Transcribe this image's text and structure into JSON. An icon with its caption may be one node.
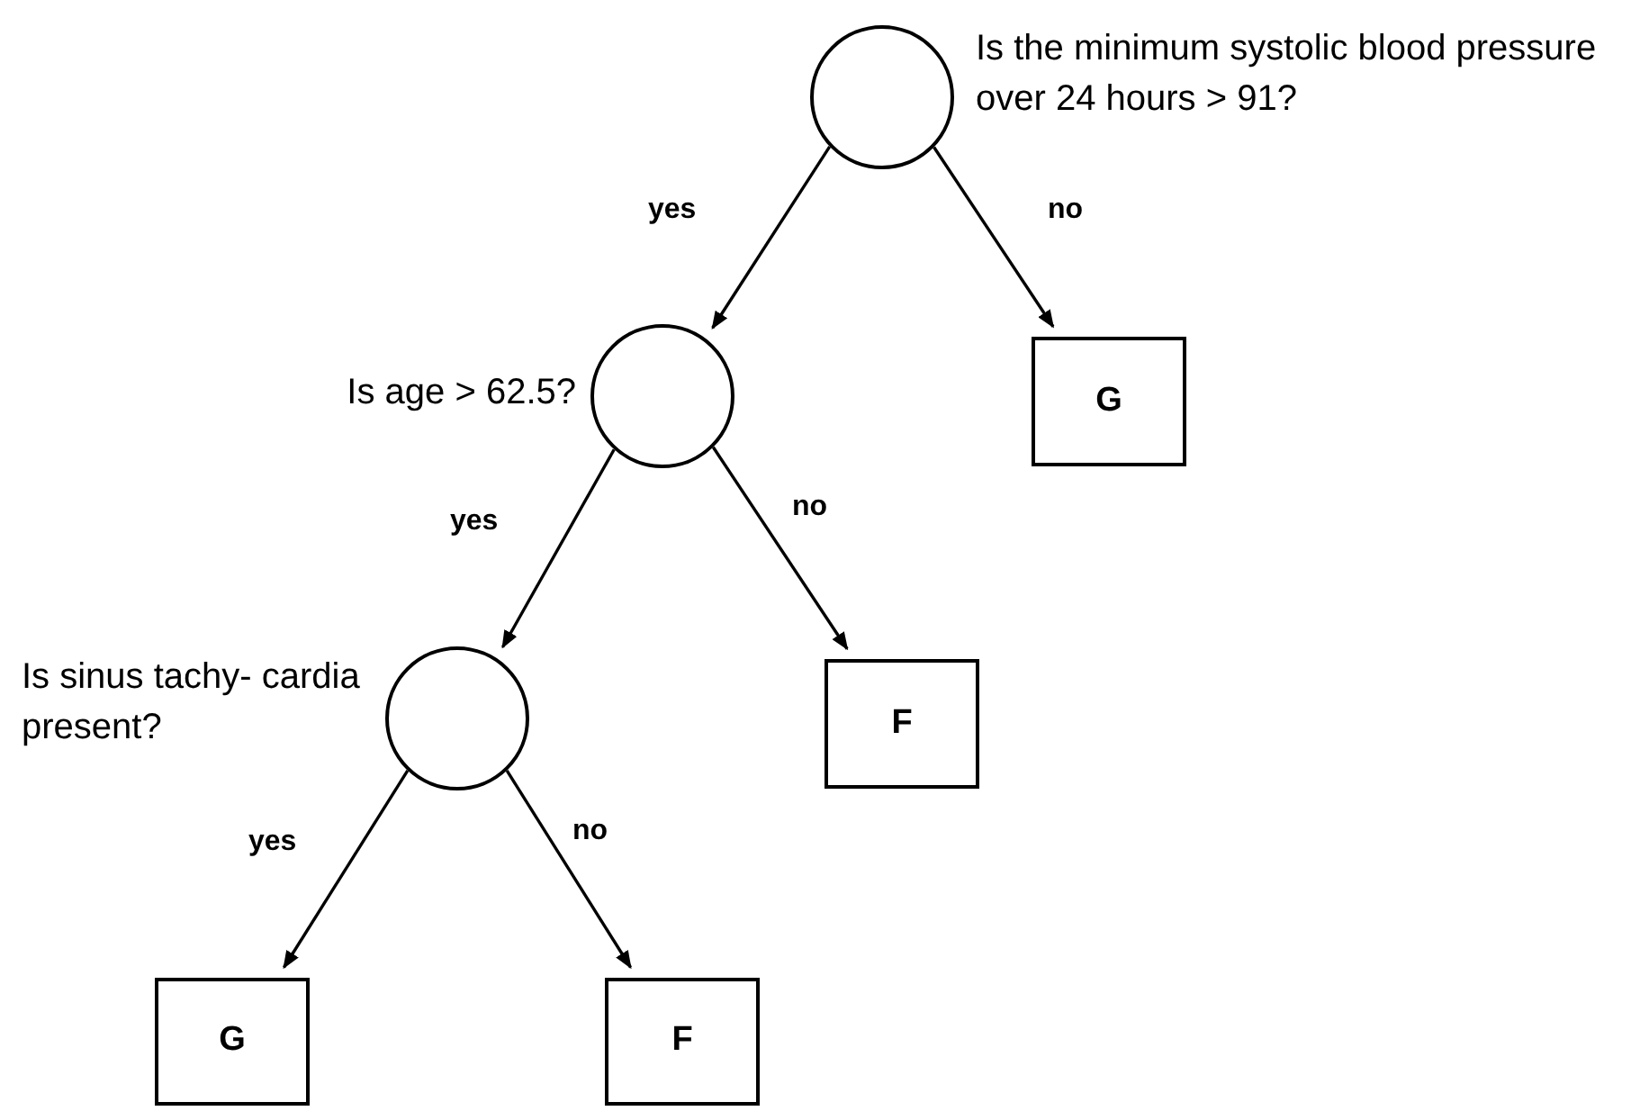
{
  "diagram": {
    "nodes": [
      {
        "text": [],
        "shape": "circle",
        "beside": [
          "Is the minimum systolic blood pressure over 24 hours > 91?"
        ]
      },
      {
        "text": [],
        "shape": "circle",
        "beside": [
          "Is age > 62.5?"
        ]
      },
      {
        "text": [
          "G"
        ]
      },
      {
        "text": [],
        "shape": "circle",
        "beside": [
          "Is sinus tachy- cardia present?"
        ]
      },
      {
        "text": [
          "F"
        ]
      },
      {
        "text": [
          "G"
        ]
      },
      {
        "text": [
          "F"
        ]
      }
    ],
    "edges": [
      {
        "from": 0,
        "to": 1,
        "arrow": "to",
        "label": "yes"
      },
      {
        "from": 0,
        "to": 2,
        "arrow": "to",
        "label": "no"
      },
      {
        "from": 1,
        "to": 3,
        "arrow": "to",
        "label": "yes"
      },
      {
        "from": 1,
        "to": 4,
        "arrow": "to",
        "label": "no"
      },
      {
        "from": 3,
        "to": 5,
        "arrow": "to",
        "label": "yes"
      },
      {
        "from": 3,
        "to": 6,
        "arrow": "to",
        "label": "no"
      }
    ]
  }
}
